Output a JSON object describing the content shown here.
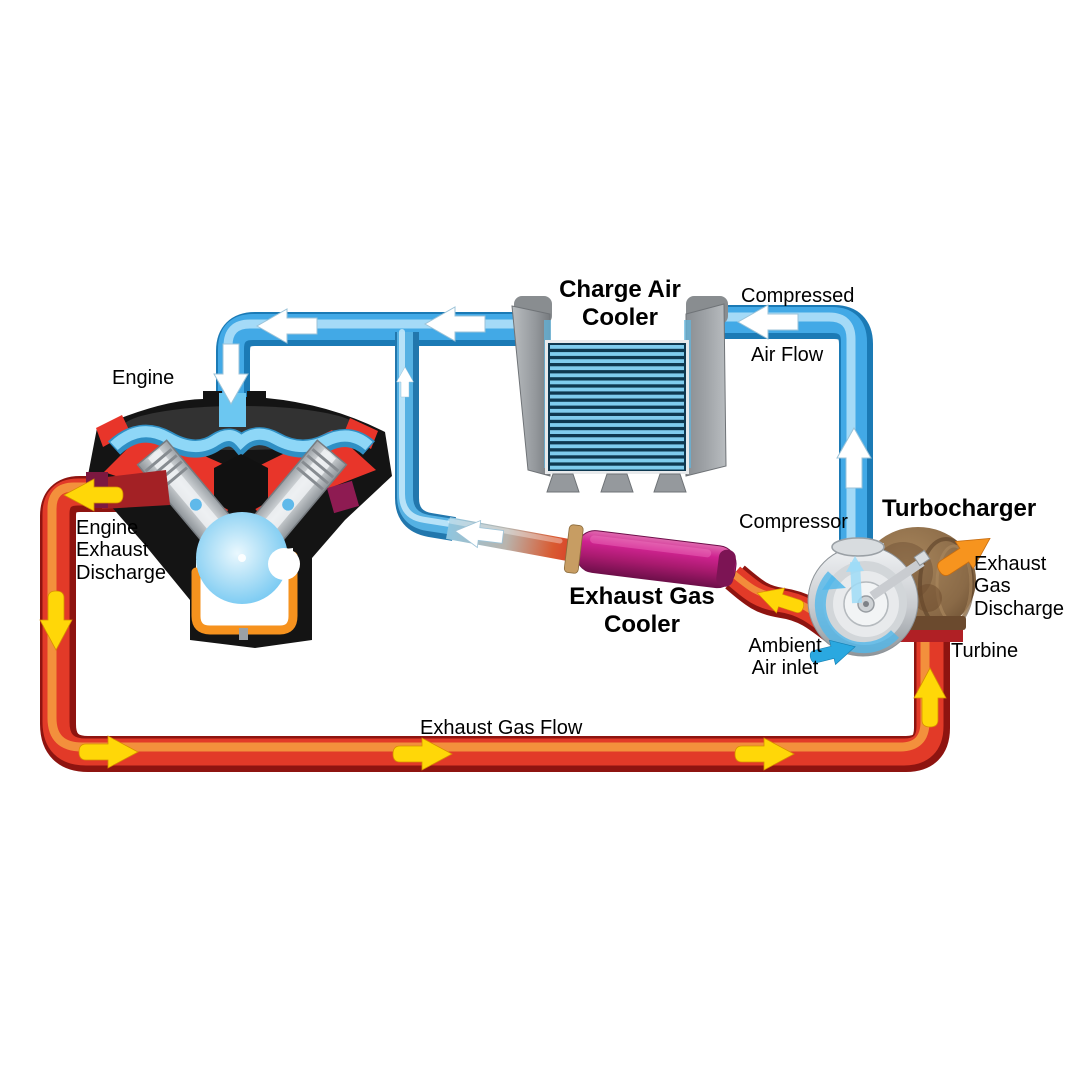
{
  "diagram_type": "turbocharger-egr-airflow-schematic",
  "labels": {
    "engine": "Engine",
    "charge_air_cooler": "Charge Air\nCooler",
    "compressed": "Compressed",
    "air_flow": "Air Flow",
    "compressor": "Compressor",
    "turbocharger": "Turbocharger",
    "exhaust_gas_discharge": "Exhaust\nGas\nDischarge",
    "ambient_air_inlet": "Ambient\nAir inlet",
    "turbine": "Turbine",
    "exhaust_gas_cooler": "Exhaust Gas\nCooler",
    "engine_exhaust_discharge": "Engine\nExhaust\nDischarge",
    "exhaust_gas_flow": "Exhaust Gas Flow"
  },
  "flow_arrows": {
    "charge_air_flow": "white block arrows on blue pipes (cooler to engine intake, compressor to cooler)",
    "exhaust_gas_flow": "yellow block arrows on red pipes (engine to turbine, turbine to EGR cooler)",
    "exhaust_gas_discharge": "orange arrow leaving turbine housing up-right",
    "ambient_air_inlet": "blue arrow entering compressor inlet"
  },
  "colors": {
    "background": "#ffffff",
    "label_text": "#000000",
    "charge_air_pipe": "#42a9e6",
    "exhaust_pipe": "#e23a28",
    "flow_arrow_white": "#ffffff",
    "flow_arrow_yellow": "#ffd708",
    "exhaust_discharge_arrow": "#f7941e",
    "ambient_air_arrow": "#2aa8e0",
    "egr_cooler_body": "#c01d87",
    "turbine_housing": "#8a6a47",
    "compressor_housing": "#c9ccd0",
    "cooler_tank": "#9b9fa3",
    "cooler_core": "#7fccee",
    "engine_head": "#e8352a",
    "engine_block": "#141414",
    "engine_pan": "#f6921e",
    "engine_crank": "#66c4f2"
  }
}
